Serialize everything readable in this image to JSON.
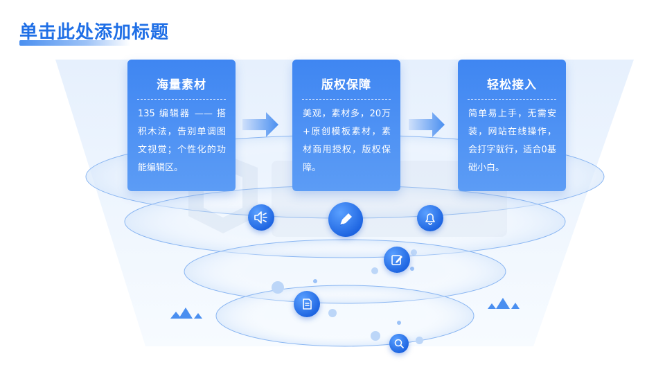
{
  "header": {
    "title": "单击此处添加标题"
  },
  "cards": [
    {
      "title": "海量素材",
      "body": "135 编辑器 —— 搭积木法，告别单调图文视觉；个性化的功能编辑区。"
    },
    {
      "title": "版权保障",
      "body": "美观，素材多，20万+原创模板素材，素材商用授权，版权保障。"
    },
    {
      "title": "轻松接入",
      "body": "简单易上手，无需安装，网站在线操作，会打字就行，适合0基础小白。"
    }
  ],
  "icons": [
    "speaker-icon",
    "pen-icon",
    "bell-icon",
    "edit-icon",
    "document-icon",
    "search-icon"
  ],
  "colors": {
    "accent": "#1f6fe6",
    "card": "#4a8ff0",
    "ring": "#8ab6f2"
  }
}
